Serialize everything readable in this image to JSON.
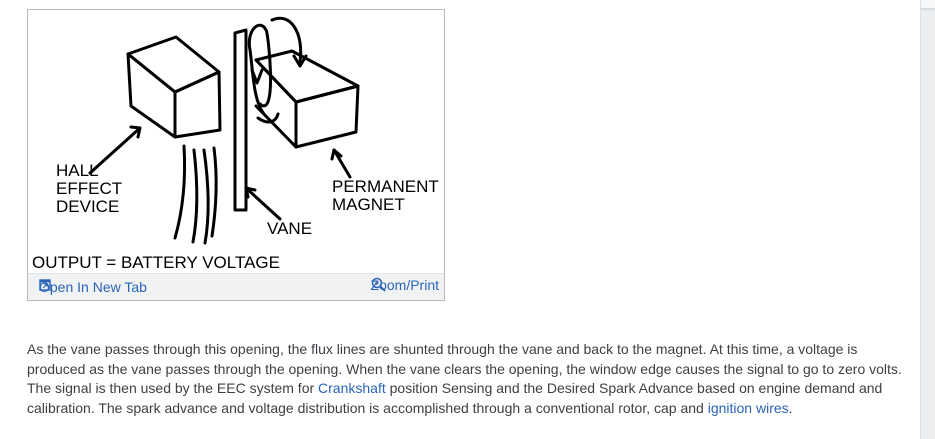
{
  "figure": {
    "labels": {
      "hall_effect_line1": "HALL",
      "hall_effect_line2": "EFFECT",
      "hall_effect_line3": "DEVICE",
      "permanent_line1": "PERMANENT",
      "permanent_line2": "MAGNET",
      "vane": "VANE",
      "output": "OUTPUT = BATTERY VOLTAGE"
    },
    "toolbar": {
      "open_new_tab": "Open In New Tab",
      "zoom_print": "Zoom/Print"
    }
  },
  "article": {
    "text_1": "As the vane passes through this opening, the flux lines are shunted through the vane and back to the magnet. At this time, a voltage is produced as the vane passes through the opening. When the vane clears the opening, the window edge causes the signal to go to zero volts. The signal is then used by the EEC system for ",
    "link_crankshaft": "Crankshaft",
    "text_2": " position Sensing and the Desired Spark Advance based on engine demand and calibration. The spark advance and voltage distribution is accomplished through a conventional rotor, cap and ",
    "link_ignition": "ignition wires",
    "text_3": "."
  },
  "colors": {
    "link": "#2a64b8",
    "body_text": "#3c3f43",
    "toolbar_bg": "#f1f2f3"
  }
}
